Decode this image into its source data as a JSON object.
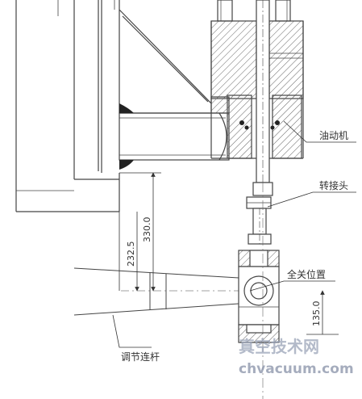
{
  "labels": {
    "oil_actuator": "油动机",
    "adapter": "转接头",
    "full_close_position": "全关位置",
    "adjusting_rod": "调节连杆"
  },
  "dimensions": {
    "d1": "232.5",
    "d2": "330.0",
    "d3": "135.0"
  },
  "watermark": {
    "cn": "真空技术网",
    "en": "chvacuum.com"
  }
}
